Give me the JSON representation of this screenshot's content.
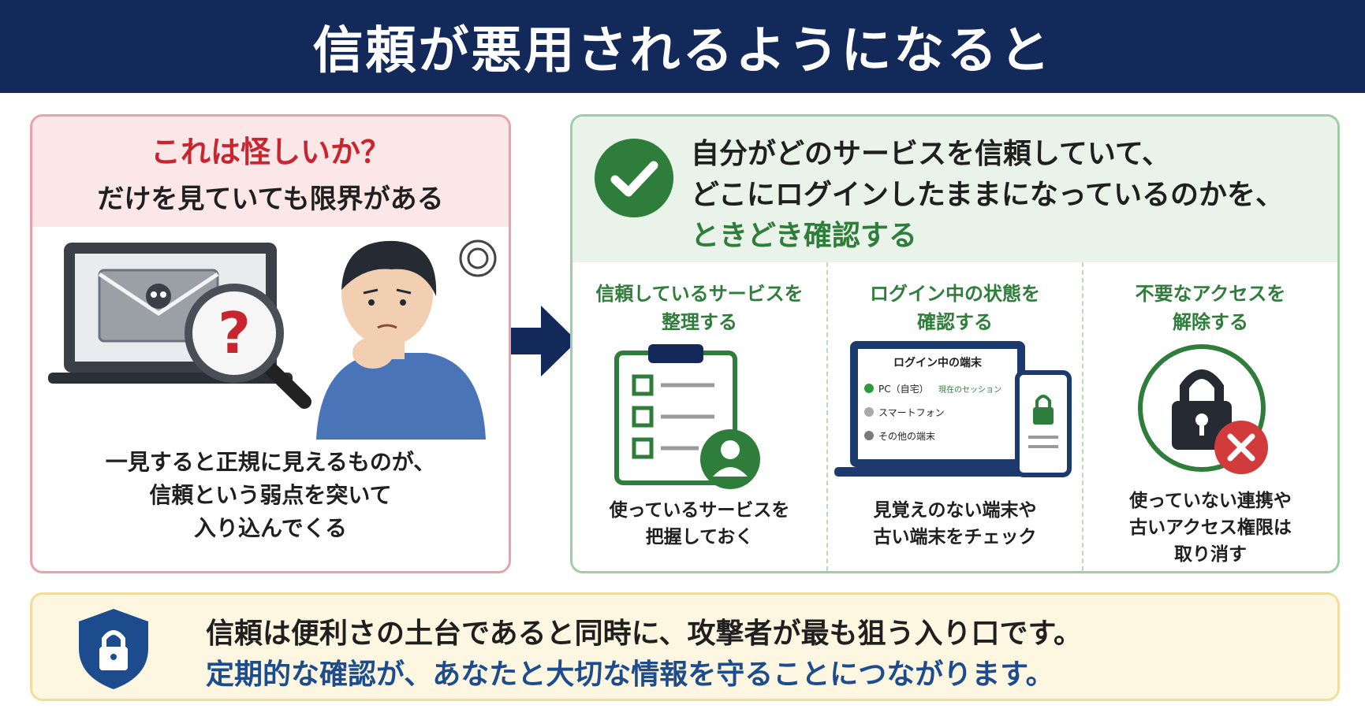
{
  "header": {
    "title": "信頼が悪用されるようになると"
  },
  "left_panel": {
    "question": "これは怪しいか？",
    "subtitle": "だけを見ていても限界がある",
    "description_lines": [
      "一見すると正規に見えるものが、",
      "信頼という弱点を突いて",
      "入り込んでくる"
    ]
  },
  "right_panel": {
    "heading_lines": [
      "自分がどのサービスを信頼していて、",
      "どこにログインしたままになっているのかを、"
    ],
    "heading_emphasis": "ときどき確認する",
    "columns": [
      {
        "title_lines": [
          "信頼しているサービスを",
          "整理する"
        ],
        "text_lines": [
          "使っているサービスを",
          "把握しておく"
        ]
      },
      {
        "title_lines": [
          "ログイン中の状態を",
          "確認する"
        ],
        "text_lines": [
          "見覚えのない端末や",
          "古い端末をチェック"
        ]
      },
      {
        "title_lines": [
          "不要なアクセスを",
          "解除する"
        ],
        "text_lines": [
          "使っていない連携や",
          "古いアクセス権限は",
          "取り消す"
        ]
      }
    ],
    "device_screen": {
      "title": "ログイン中の端末",
      "items": [
        {
          "label": "PC（自宅）",
          "tag": "現在のセッション",
          "status_color": "#2f9a3c"
        },
        {
          "label": "スマートフォン",
          "tag": "",
          "status_color": "#a9a9a9"
        },
        {
          "label": "その他の端末",
          "tag": "",
          "status_color": "#7a7a7a"
        }
      ]
    }
  },
  "bottom_banner": {
    "line1": "信頼は便利さの土台であると同時に、攻撃者が最も狙う入り口です。",
    "line2": "定期的な確認が、あなたと大切な情報を守ることにつながります。"
  },
  "colors": {
    "navy": "#13295a",
    "red": "#c9252f",
    "green": "#2f7d3a",
    "blue": "#1c4c8d",
    "yellow_bg": "#fdf6e0"
  }
}
